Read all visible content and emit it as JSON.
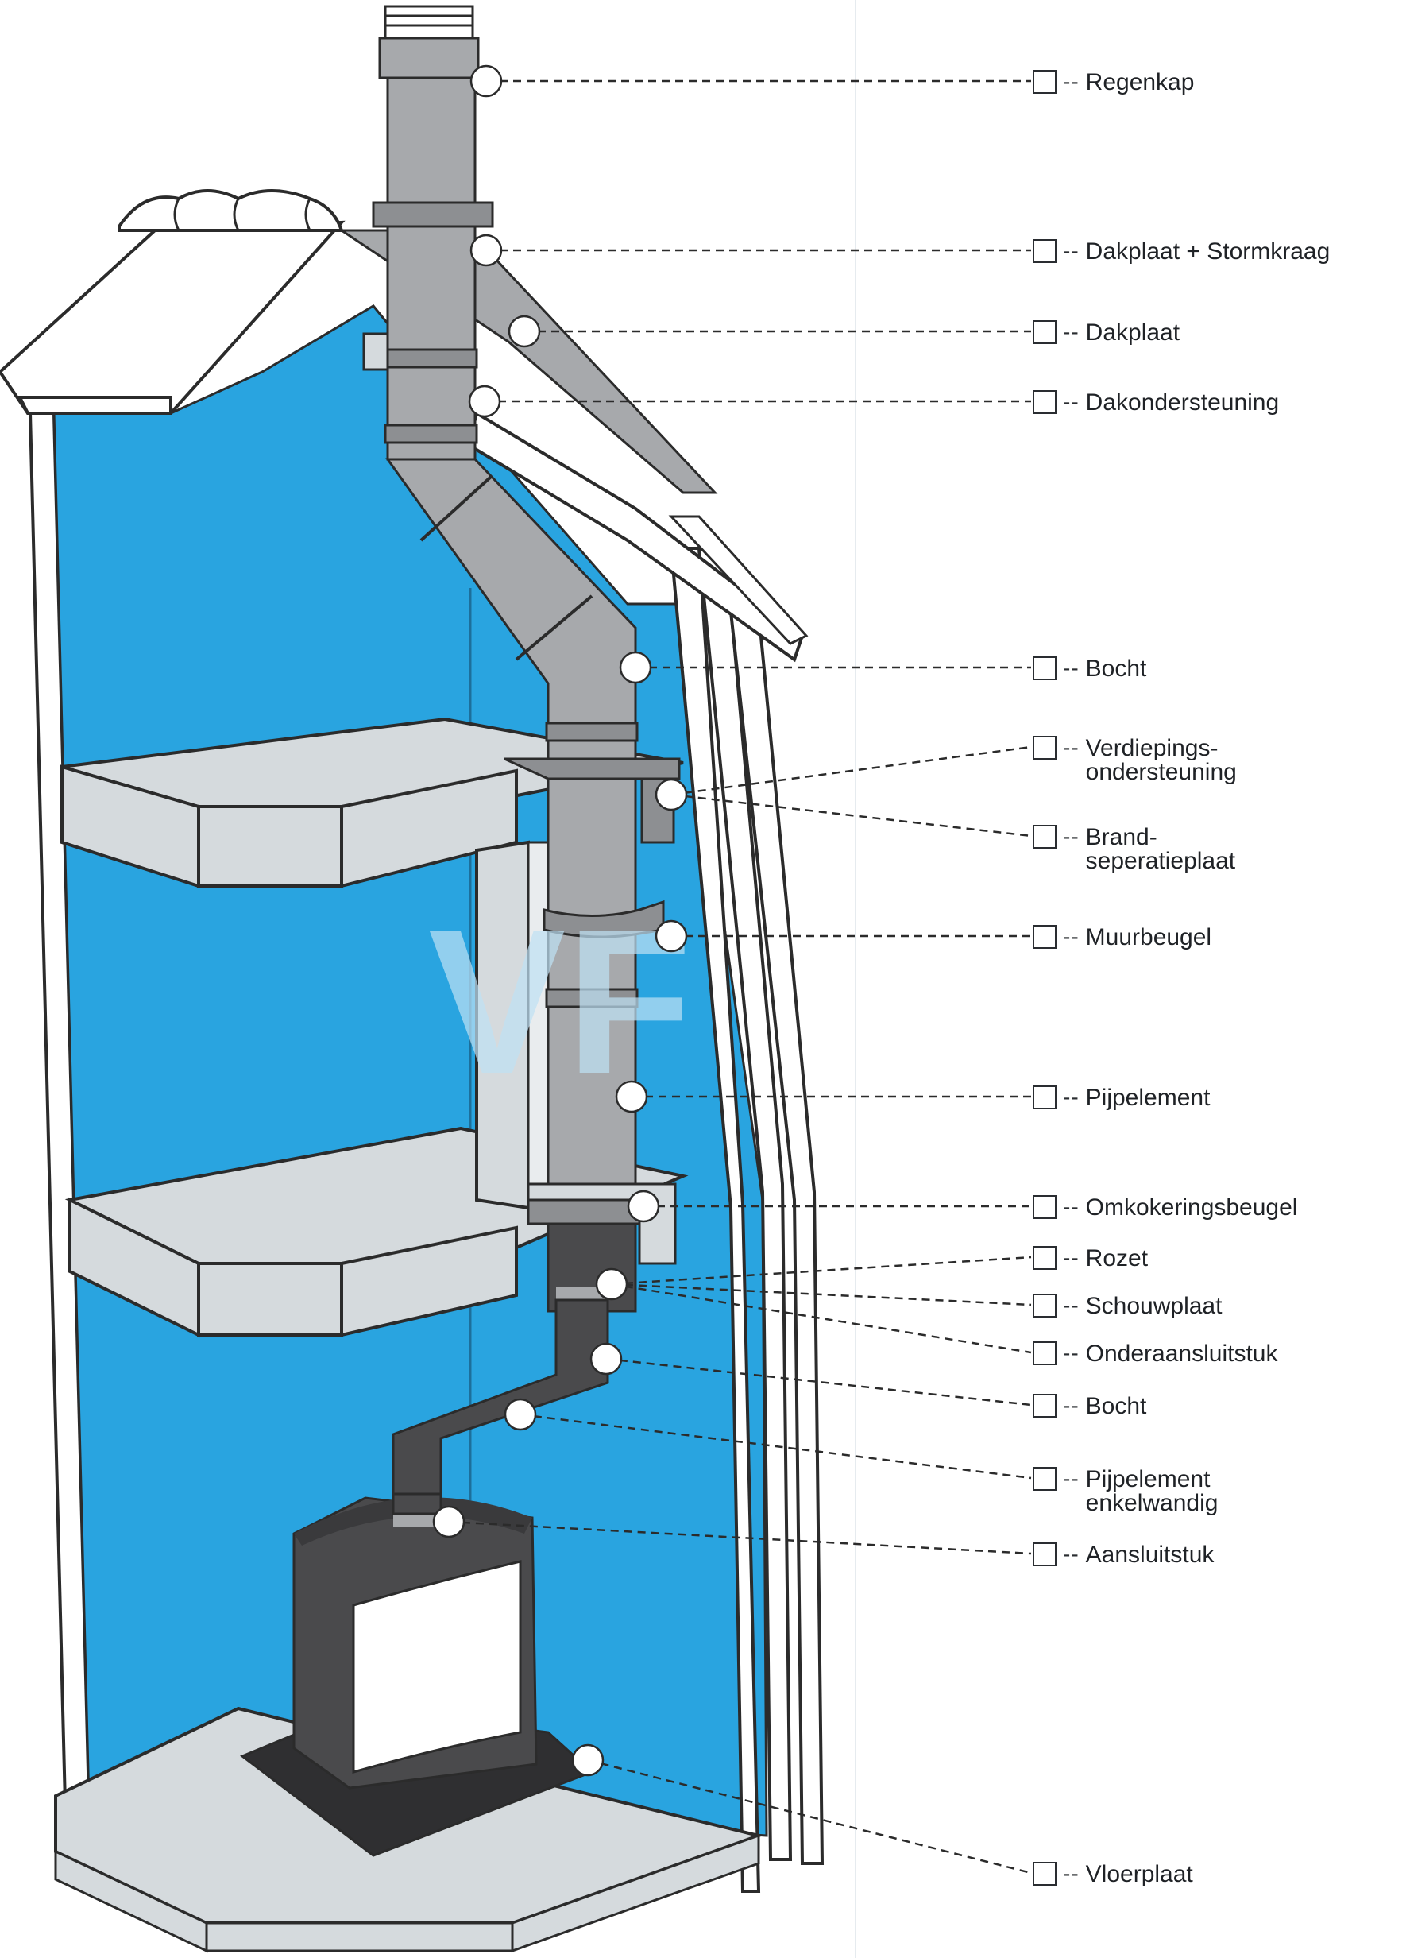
{
  "diagram": {
    "watermark": "VF",
    "colors": {
      "wall_blue": "#29a4e0",
      "outline": "#2b2b2b",
      "pipe_gray": "#a7a9ac",
      "pipe_dark": "#58595b",
      "floor_gray": "#d5dadd",
      "stove_dark": "#4a4a4c"
    },
    "labels": [
      {
        "id": "regenkap",
        "lines": [
          "Regenkap"
        ]
      },
      {
        "id": "dakplaat-stormkraag",
        "lines": [
          "Dakplaat + Stormkraag"
        ]
      },
      {
        "id": "dakplaat",
        "lines": [
          "Dakplaat"
        ]
      },
      {
        "id": "dakondersteuning",
        "lines": [
          "Dakondersteuning"
        ]
      },
      {
        "id": "bocht-top",
        "lines": [
          "Bocht"
        ]
      },
      {
        "id": "verdiepingsondersteuning",
        "lines": [
          "Verdiepings-",
          "ondersteuning"
        ]
      },
      {
        "id": "brandseperatieplaat",
        "lines": [
          "Brand-",
          "seperatieplaat"
        ]
      },
      {
        "id": "muurbeugel",
        "lines": [
          "Muurbeugel"
        ]
      },
      {
        "id": "pijpelement",
        "lines": [
          "Pijpelement"
        ]
      },
      {
        "id": "omkokeringsbeugel",
        "lines": [
          "Omkokeringsbeugel"
        ]
      },
      {
        "id": "rozet",
        "lines": [
          "Rozet"
        ]
      },
      {
        "id": "schouwplaat",
        "lines": [
          "Schouwplaat"
        ]
      },
      {
        "id": "onderaansluitstuk",
        "lines": [
          "Onderaansluitstuk"
        ]
      },
      {
        "id": "bocht-bottom",
        "lines": [
          "Bocht"
        ]
      },
      {
        "id": "pijpelement-enkelwandig",
        "lines": [
          "Pijpelement",
          "enkelwandig"
        ]
      },
      {
        "id": "aansluitstuk",
        "lines": [
          "Aansluitstuk"
        ]
      },
      {
        "id": "vloerplaat",
        "lines": [
          "Vloerplaat"
        ]
      }
    ]
  }
}
